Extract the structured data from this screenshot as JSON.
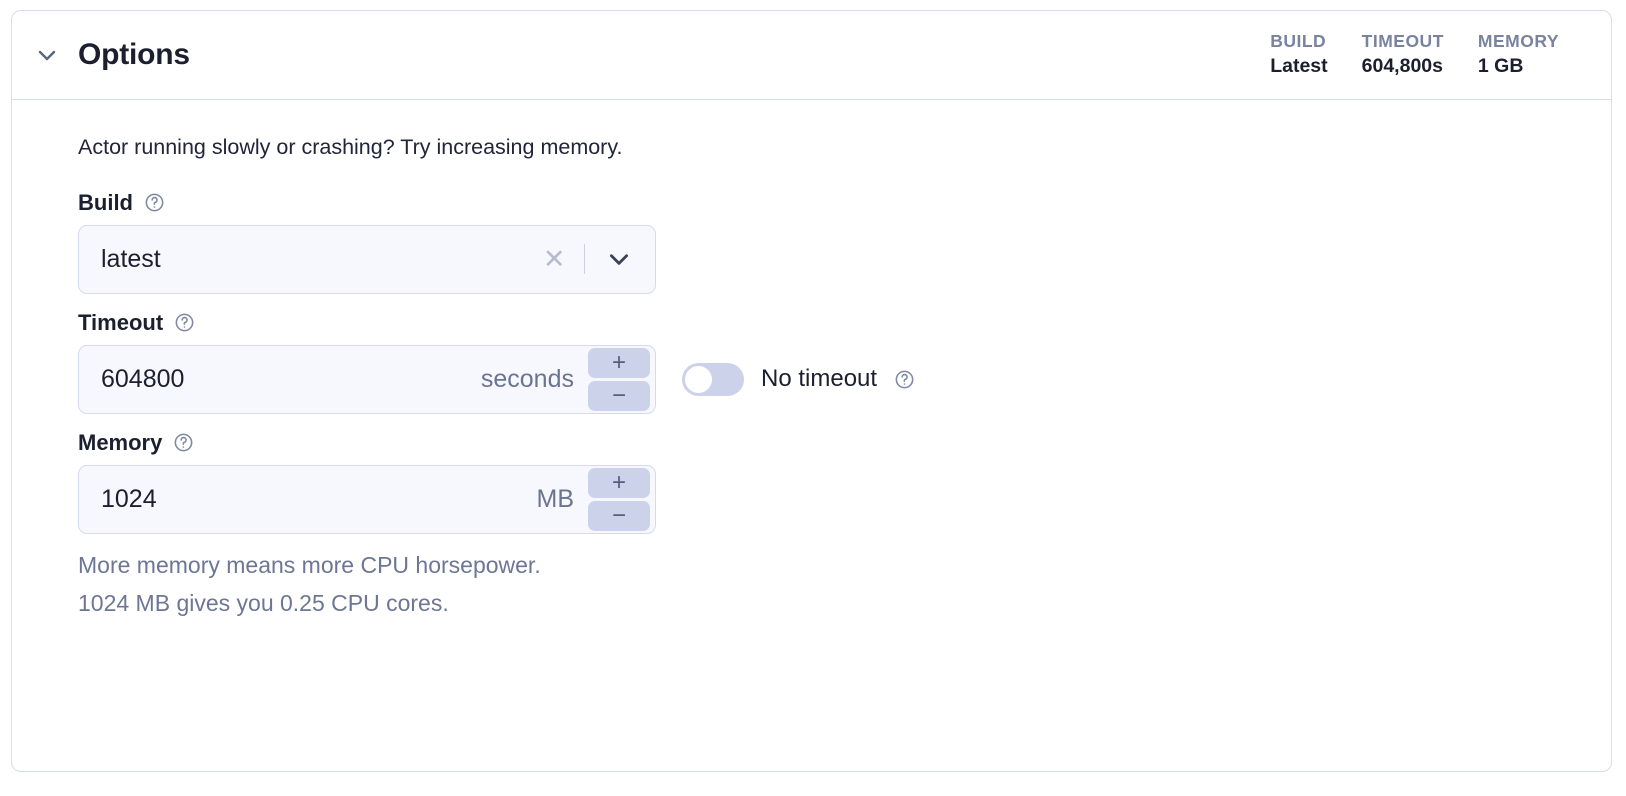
{
  "card": {
    "title": "Options",
    "toggle_icon": "chevron-down-icon",
    "stats": [
      {
        "label": "BUILD",
        "value": "Latest"
      },
      {
        "label": "TIMEOUT",
        "value": "604,800s"
      },
      {
        "label": "MEMORY",
        "value": "1 GB"
      }
    ]
  },
  "body": {
    "intro": "Actor running slowly or crashing? Try increasing memory.",
    "build": {
      "label": "Build",
      "help_icon": "help-circle-icon",
      "value": "latest",
      "clear_icon": "close-icon",
      "dropdown_icon": "chevron-down-icon"
    },
    "timeout": {
      "label": "Timeout",
      "help_icon": "help-circle-icon",
      "value": "604800",
      "unit": "seconds",
      "increment_label": "+",
      "decrement_label": "−",
      "no_timeout": {
        "label": "No timeout",
        "state": "off",
        "help_icon": "help-circle-icon"
      }
    },
    "memory": {
      "label": "Memory",
      "help_icon": "help-circle-icon",
      "value": "1024",
      "unit": "MB",
      "increment_label": "+",
      "decrement_label": "−",
      "hint_line1": "More memory means more CPU horsepower.",
      "hint_line2": "1024 MB gives you 0.25 CPU cores."
    }
  },
  "colors": {
    "card_border": "#d8dced",
    "input_bg": "#f7f8fd",
    "input_border": "#d5daf0",
    "stepper_bg": "#ccd2ea",
    "muted_text": "#6d7694",
    "stat_label": "#7a839e"
  }
}
